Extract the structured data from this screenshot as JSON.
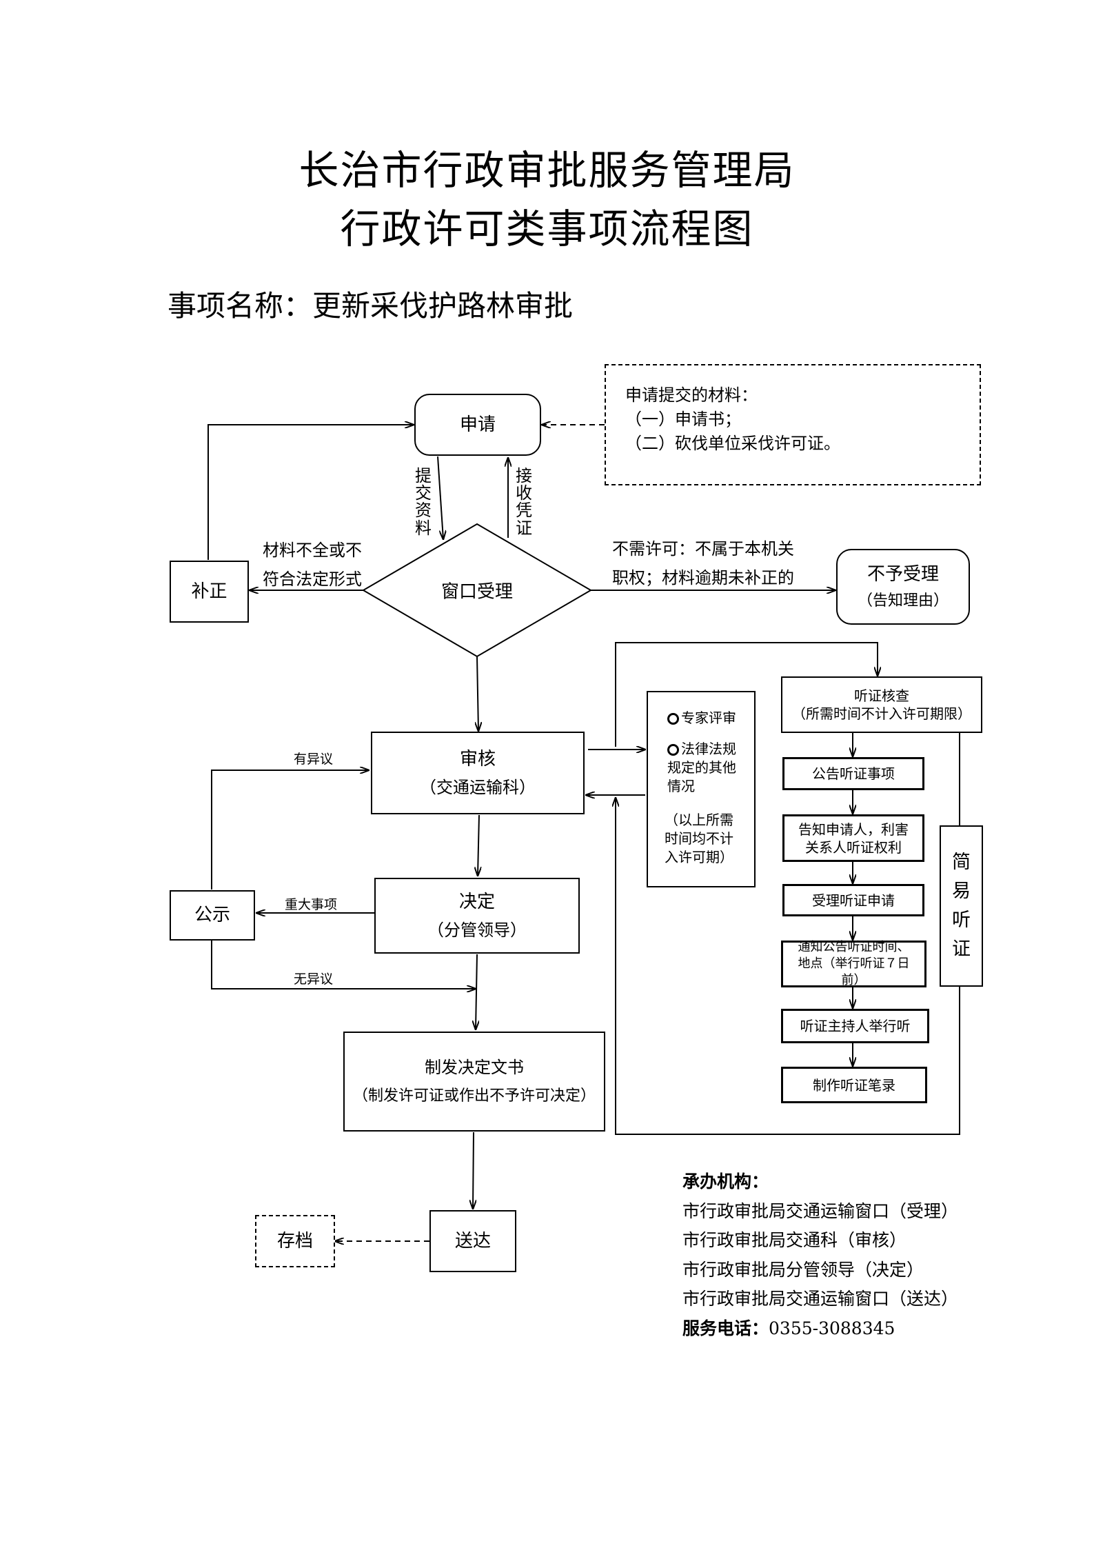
{
  "header": {
    "title_line1": "长治市行政审批服务管理局",
    "title_line2": "行政许可类事项流程图",
    "item_label": "事项名称：",
    "item_name": "更新采伐护路林审批"
  },
  "materials": {
    "heading": "申请提交的材料：",
    "items": [
      "（一）申请书；",
      "（二）砍伐单位采伐许可证。"
    ]
  },
  "nodes": {
    "apply": "申请",
    "window": "窗口受理",
    "correction": "补正",
    "reject": "不予受理",
    "reject_sub": "（告知理由）",
    "review": "审核",
    "review_sub": "（交通运输科）",
    "decision": "决定",
    "decision_sub": "（分管领导）",
    "publicity": "公示",
    "issue": "制发决定文书",
    "issue_sub": "（制发许可证或作出不予许可决定）",
    "deliver": "送达",
    "archive": "存档"
  },
  "edge_labels": {
    "submit": "提交资料",
    "receive": "接收凭证",
    "incomplete_1": "材料不全或不",
    "incomplete_2": "符合法定形式",
    "no_need_1": "不需许可：不属于本机关",
    "no_need_2": "职权；材料逾期未补正的",
    "objection": "有异议",
    "major": "重大事项",
    "no_objection": "无异议"
  },
  "expert": {
    "item1": "专家评审",
    "item2": "法律法规规定的其他情况",
    "note": "（以上所需时间均不计入许可期）"
  },
  "hearing": {
    "check": "听证核查",
    "check_sub": "（所需时间不计入许可期限）",
    "steps": [
      "公告听证事项",
      "告知申请人，利害关系人听证权利",
      "受理听证申请",
      "通知公告听证时间、地点（举行听证７日前）",
      "听证主持人举行听",
      "制作听证笔录"
    ],
    "simple": "简易听证"
  },
  "org": {
    "heading": "承办机构：",
    "lines": [
      "市行政审批局交通运输窗口（受理）",
      "市行政审批局交通科（审核）",
      "市行政审批局分管领导（决定）",
      "市行政审批局交通运输窗口（送达）"
    ],
    "phone_label": "服务电话：",
    "phone": "0355-3088345"
  }
}
